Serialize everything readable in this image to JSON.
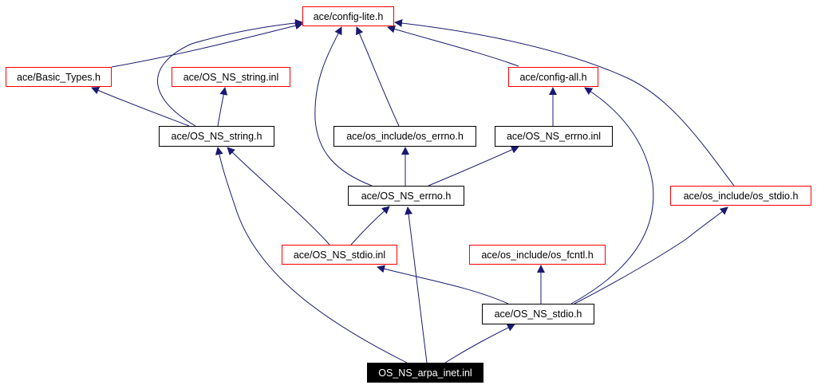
{
  "colors": {
    "edge": "#191970",
    "external_border": "#ff0000",
    "internal_border": "#000000",
    "root_fill": "#000000"
  },
  "nodes": [
    {
      "id": "config_lite",
      "label": "ace/config-lite.h",
      "style": "red"
    },
    {
      "id": "basic_types",
      "label": "ace/Basic_Types.h",
      "style": "red"
    },
    {
      "id": "os_ns_string_inl",
      "label": "ace/OS_NS_string.inl",
      "style": "red"
    },
    {
      "id": "config_all",
      "label": "ace/config-all.h",
      "style": "red"
    },
    {
      "id": "os_ns_string_h",
      "label": "ace/OS_NS_string.h",
      "style": "black"
    },
    {
      "id": "os_errno_h",
      "label": "ace/os_include/os_errno.h",
      "style": "black"
    },
    {
      "id": "os_ns_errno_inl",
      "label": "ace/OS_NS_errno.inl",
      "style": "black"
    },
    {
      "id": "os_ns_errno_h",
      "label": "ace/OS_NS_errno.h",
      "style": "black"
    },
    {
      "id": "os_stdio_h",
      "label": "ace/os_include/os_stdio.h",
      "style": "red"
    },
    {
      "id": "os_ns_stdio_inl",
      "label": "ace/OS_NS_stdio.inl",
      "style": "red"
    },
    {
      "id": "os_fcntl_h",
      "label": "ace/os_include/os_fcntl.h",
      "style": "red"
    },
    {
      "id": "os_ns_stdio_h",
      "label": "ace/OS_NS_stdio.h",
      "style": "black"
    },
    {
      "id": "os_ns_arpa_inet_inl",
      "label": "OS_NS_arpa_inet.inl",
      "style": "root"
    }
  ],
  "edges": [
    {
      "from": "basic_types",
      "to": "config_lite"
    },
    {
      "from": "os_ns_string_h",
      "to": "config_lite"
    },
    {
      "from": "os_ns_string_h",
      "to": "basic_types"
    },
    {
      "from": "os_ns_string_h",
      "to": "os_ns_string_inl"
    },
    {
      "from": "os_errno_h",
      "to": "config_lite"
    },
    {
      "from": "os_ns_errno_h",
      "to": "config_lite"
    },
    {
      "from": "config_all",
      "to": "config_lite"
    },
    {
      "from": "os_stdio_h",
      "to": "config_lite"
    },
    {
      "from": "os_ns_errno_inl",
      "to": "config_all"
    },
    {
      "from": "os_ns_errno_h",
      "to": "os_errno_h"
    },
    {
      "from": "os_ns_errno_h",
      "to": "os_ns_errno_inl"
    },
    {
      "from": "os_ns_stdio_inl",
      "to": "os_ns_string_h"
    },
    {
      "from": "os_ns_stdio_inl",
      "to": "os_ns_errno_h"
    },
    {
      "from": "os_ns_stdio_h",
      "to": "os_ns_stdio_inl"
    },
    {
      "from": "os_ns_stdio_h",
      "to": "os_fcntl_h"
    },
    {
      "from": "os_ns_stdio_h",
      "to": "config_all"
    },
    {
      "from": "os_ns_stdio_h",
      "to": "os_stdio_h"
    },
    {
      "from": "os_ns_arpa_inet_inl",
      "to": "os_ns_string_h"
    },
    {
      "from": "os_ns_arpa_inet_inl",
      "to": "os_ns_errno_h"
    },
    {
      "from": "os_ns_arpa_inet_inl",
      "to": "os_ns_stdio_h"
    }
  ]
}
